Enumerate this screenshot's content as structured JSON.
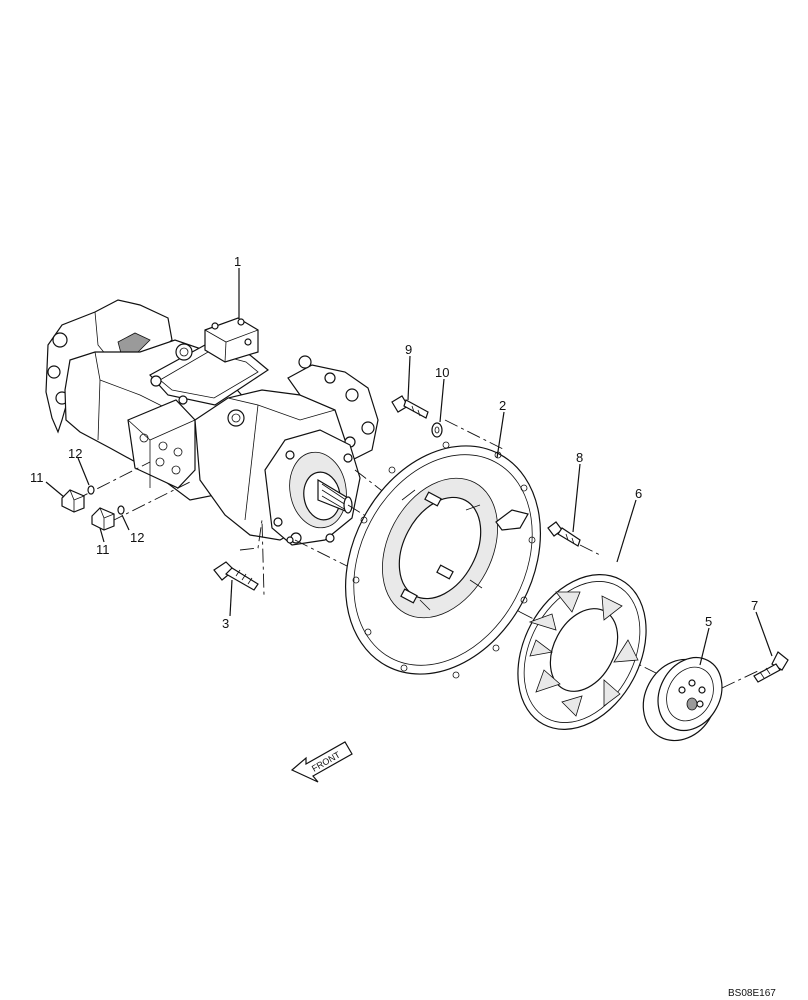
{
  "callouts": [
    {
      "id": "1",
      "label": "1"
    },
    {
      "id": "2",
      "label": "2"
    },
    {
      "id": "3",
      "label": "3"
    },
    {
      "id": "5",
      "label": "5"
    },
    {
      "id": "6",
      "label": "6"
    },
    {
      "id": "7",
      "label": "7"
    },
    {
      "id": "8",
      "label": "8"
    },
    {
      "id": "9",
      "label": "9"
    },
    {
      "id": "10",
      "label": "10"
    },
    {
      "id": "11a",
      "label": "11"
    },
    {
      "id": "11b",
      "label": "11"
    },
    {
      "id": "12a",
      "label": "12"
    },
    {
      "id": "12b",
      "label": "12"
    }
  ],
  "front_arrow": {
    "label": "FRONT"
  },
  "reference_code": "BS08E167"
}
